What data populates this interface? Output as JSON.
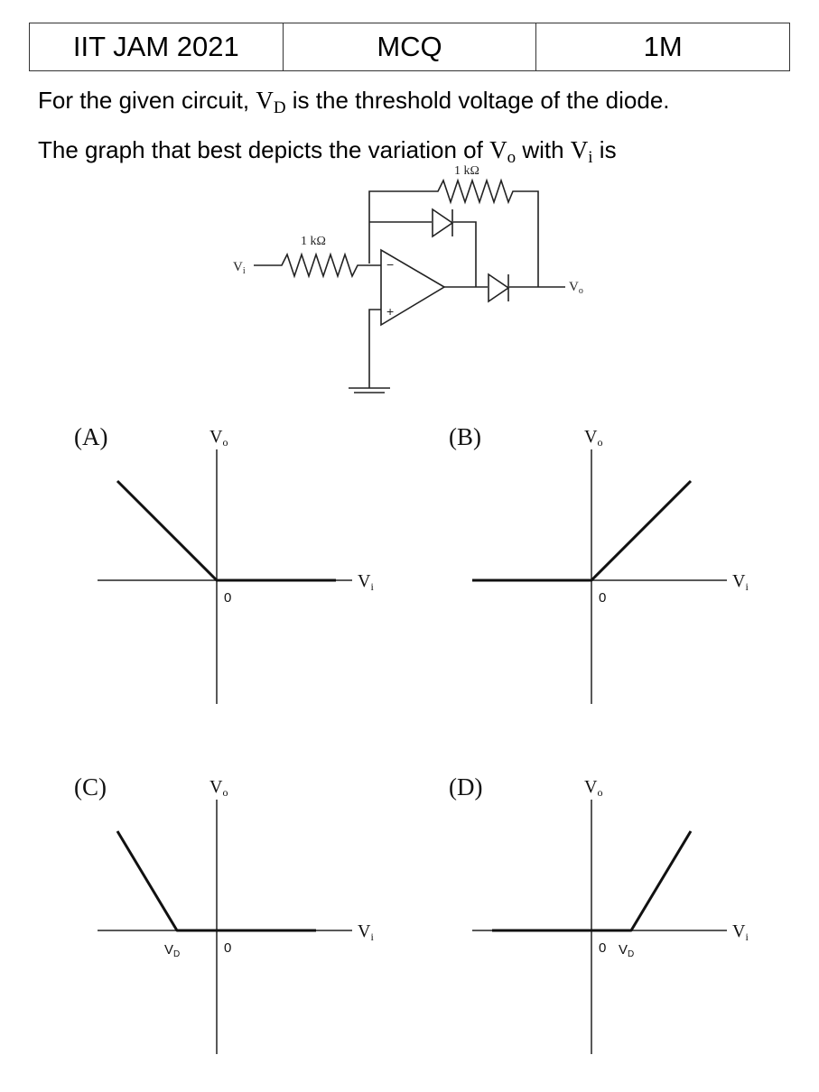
{
  "header": {
    "exam": "IIT JAM 2021",
    "type": "MCQ",
    "marks": "1M"
  },
  "question": {
    "part1": "For the given circuit, ",
    "vd_sym": "V",
    "vd_sub": "D",
    "part2": " is the threshold voltage of the diode.",
    "part3": "The graph that best depicts the variation of ",
    "vo_sym": "V",
    "vo_sub": "o",
    "part4": " with ",
    "vi_sym": "V",
    "vi_sub": "i",
    "part5": " is"
  },
  "circuit": {
    "feedback_resistor_label": "1 kΩ",
    "input_resistor_label": "1 kΩ",
    "input_label": "V",
    "input_label_sub": "i",
    "output_label": "V",
    "output_label_sub": "o",
    "inverting_sign": "−",
    "noninverting_sign": "+"
  },
  "options": [
    {
      "label": "(A)",
      "y_axis": "V",
      "y_axis_sub": "o",
      "x_axis": "V",
      "x_axis_sub": "i",
      "origin_label": "0",
      "threshold_label": "",
      "chart_data": {
        "type": "line",
        "title": "",
        "xlabel": "Vi",
        "ylabel": "Vo",
        "series": [
          {
            "x": [
              -5,
              0,
              6
            ],
            "y": [
              5,
              0,
              0
            ]
          }
        ]
      }
    },
    {
      "label": "(B)",
      "y_axis": "V",
      "y_axis_sub": "o",
      "x_axis": "V",
      "x_axis_sub": "i",
      "origin_label": "0",
      "threshold_label": "",
      "chart_data": {
        "type": "line",
        "title": "",
        "xlabel": "Vi",
        "ylabel": "Vo",
        "series": [
          {
            "x": [
              -6,
              0,
              5
            ],
            "y": [
              0,
              0,
              5
            ]
          }
        ]
      }
    },
    {
      "label": "(C)",
      "y_axis": "V",
      "y_axis_sub": "o",
      "x_axis": "V",
      "x_axis_sub": "i",
      "origin_label": "0",
      "threshold_label": "V",
      "threshold_label_sub": "D",
      "chart_data": {
        "type": "line",
        "title": "",
        "xlabel": "Vi",
        "ylabel": "Vo",
        "threshold": -2,
        "series": [
          {
            "x": [
              -5,
              -2,
              5
            ],
            "y": [
              5,
              0,
              0
            ]
          }
        ]
      }
    },
    {
      "label": "(D)",
      "y_axis": "V",
      "y_axis_sub": "o",
      "x_axis": "V",
      "x_axis_sub": "i",
      "origin_label": "0",
      "threshold_label": "V",
      "threshold_label_sub": "D",
      "chart_data": {
        "type": "line",
        "title": "",
        "xlabel": "Vi",
        "ylabel": "Vo",
        "threshold": 2,
        "series": [
          {
            "x": [
              -5,
              2,
              5
            ],
            "y": [
              0,
              0,
              5
            ]
          }
        ]
      }
    }
  ]
}
